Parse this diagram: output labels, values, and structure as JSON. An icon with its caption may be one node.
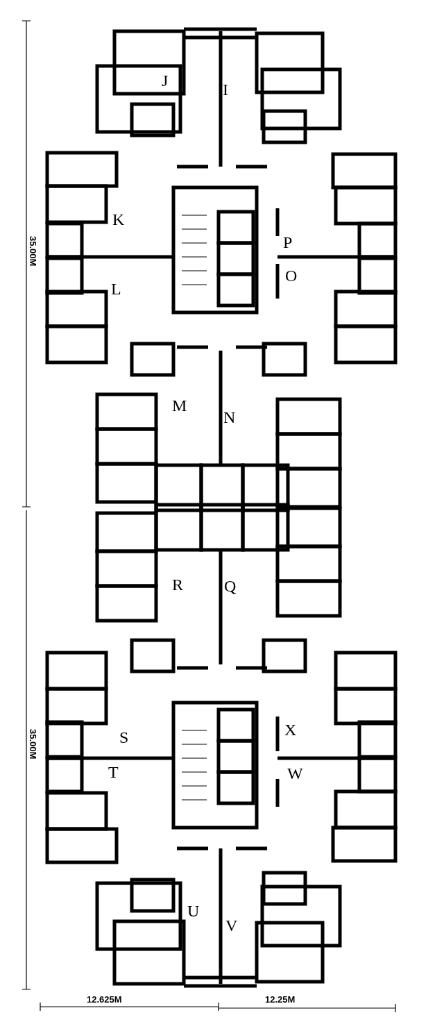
{
  "diagram": {
    "labels": [
      "J",
      "I",
      "K",
      "P",
      "L",
      "O",
      "35.00M",
      "M",
      "N",
      "R",
      "Q",
      "S",
      "X",
      "T",
      "W",
      "35.00M",
      "U",
      "V",
      "12.625M",
      "12.25M"
    ]
  }
}
